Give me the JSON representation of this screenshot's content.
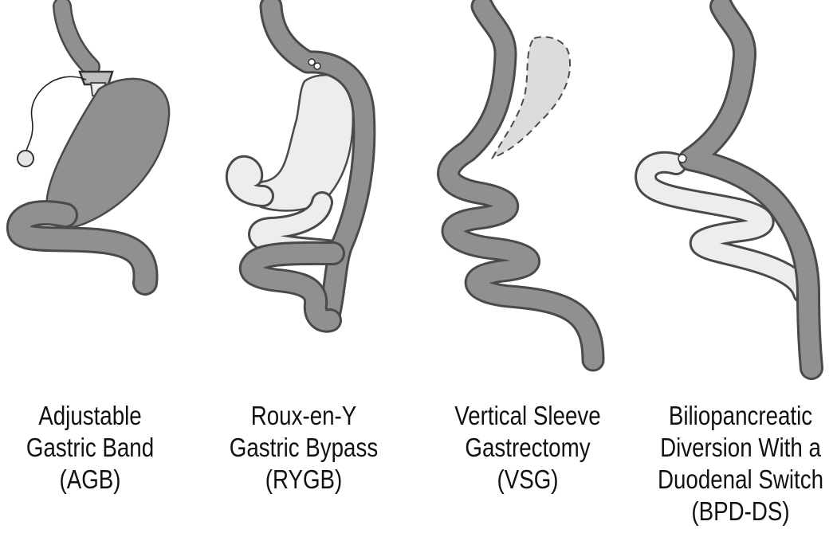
{
  "colors": {
    "organ_fill": "#909090",
    "organ_outline": "#4a4a4a",
    "bypassed_fill": "#ededed",
    "removed_fill": "#dcdcdc",
    "text": "#111111"
  },
  "panels": [
    {
      "id": "agb",
      "label_lines": [
        "Adjustable",
        "Gastric Band",
        "(AGB)"
      ]
    },
    {
      "id": "rygb",
      "label_lines": [
        "Roux-en-Y",
        "Gastric Bypass",
        "(RYGB)"
      ]
    },
    {
      "id": "vsg",
      "label_lines": [
        "Vertical Sleeve",
        "Gastrectomy",
        "(VSG)"
      ]
    },
    {
      "id": "bpdds",
      "label_lines": [
        "Biliopancreatic",
        "Diversion With a",
        "Duodenal Switch",
        "(BPD-DS)"
      ]
    }
  ]
}
